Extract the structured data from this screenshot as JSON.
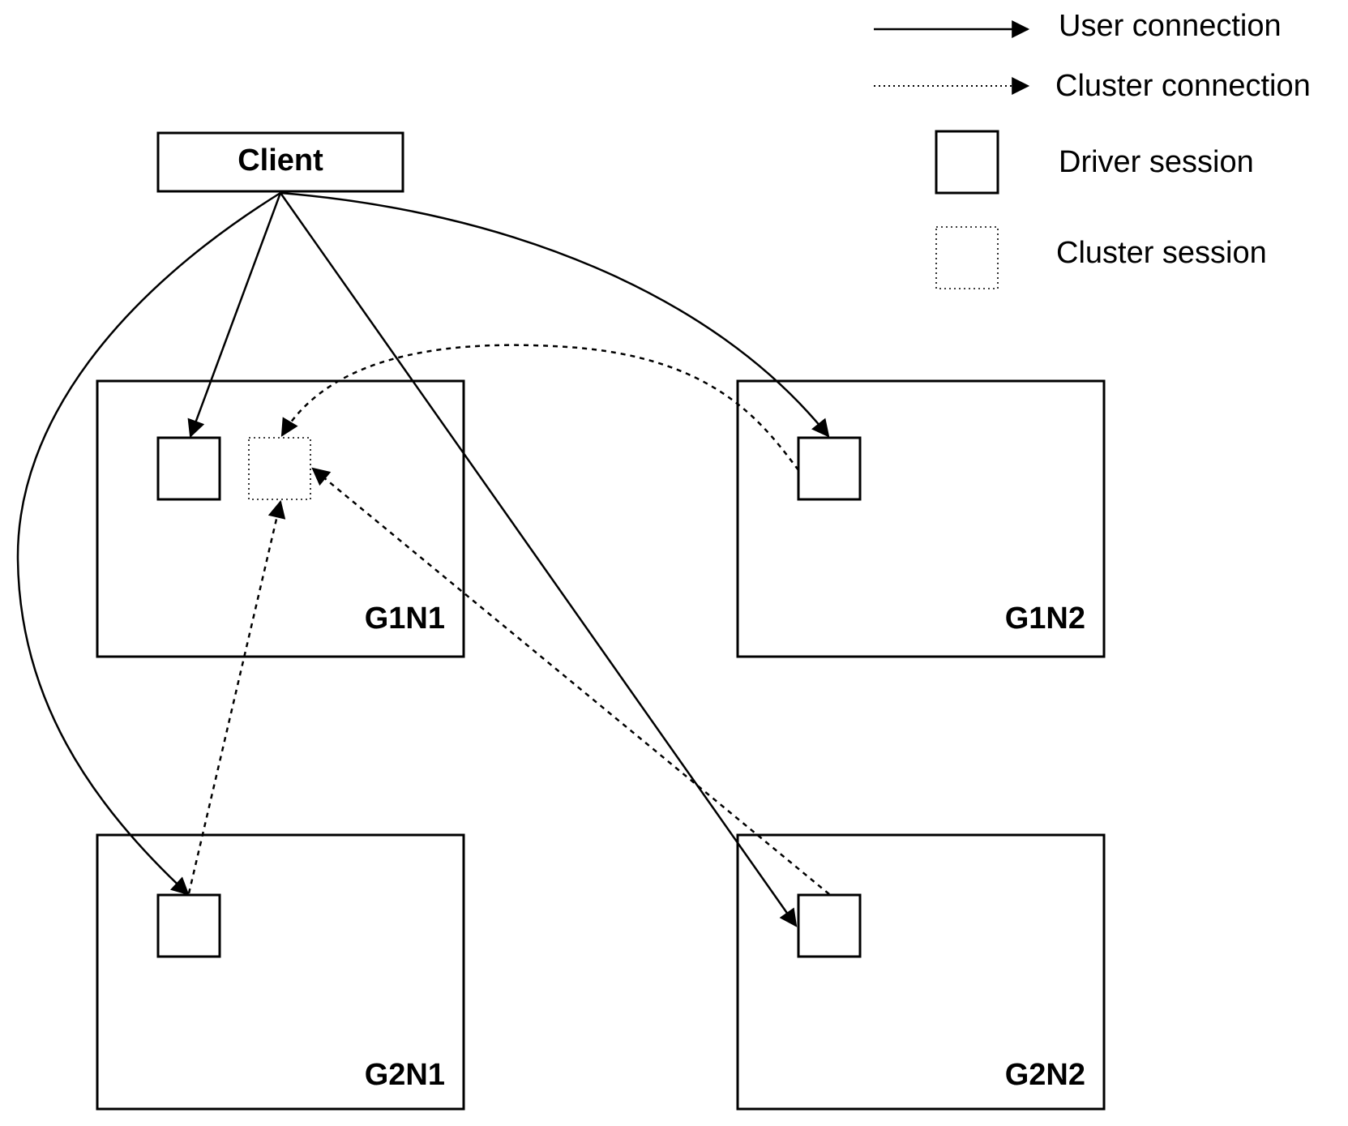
{
  "legend": {
    "user_connection": "User connection",
    "cluster_connection": "Cluster connection",
    "driver_session": "Driver session",
    "cluster_session": "Cluster session"
  },
  "client": {
    "label": "Client"
  },
  "nodes": {
    "g1n1": "G1N1",
    "g1n2": "G1N2",
    "g2n1": "G2N1",
    "g2n2": "G2N2"
  },
  "colors": {
    "stroke": "#000000",
    "background": "#ffffff"
  }
}
